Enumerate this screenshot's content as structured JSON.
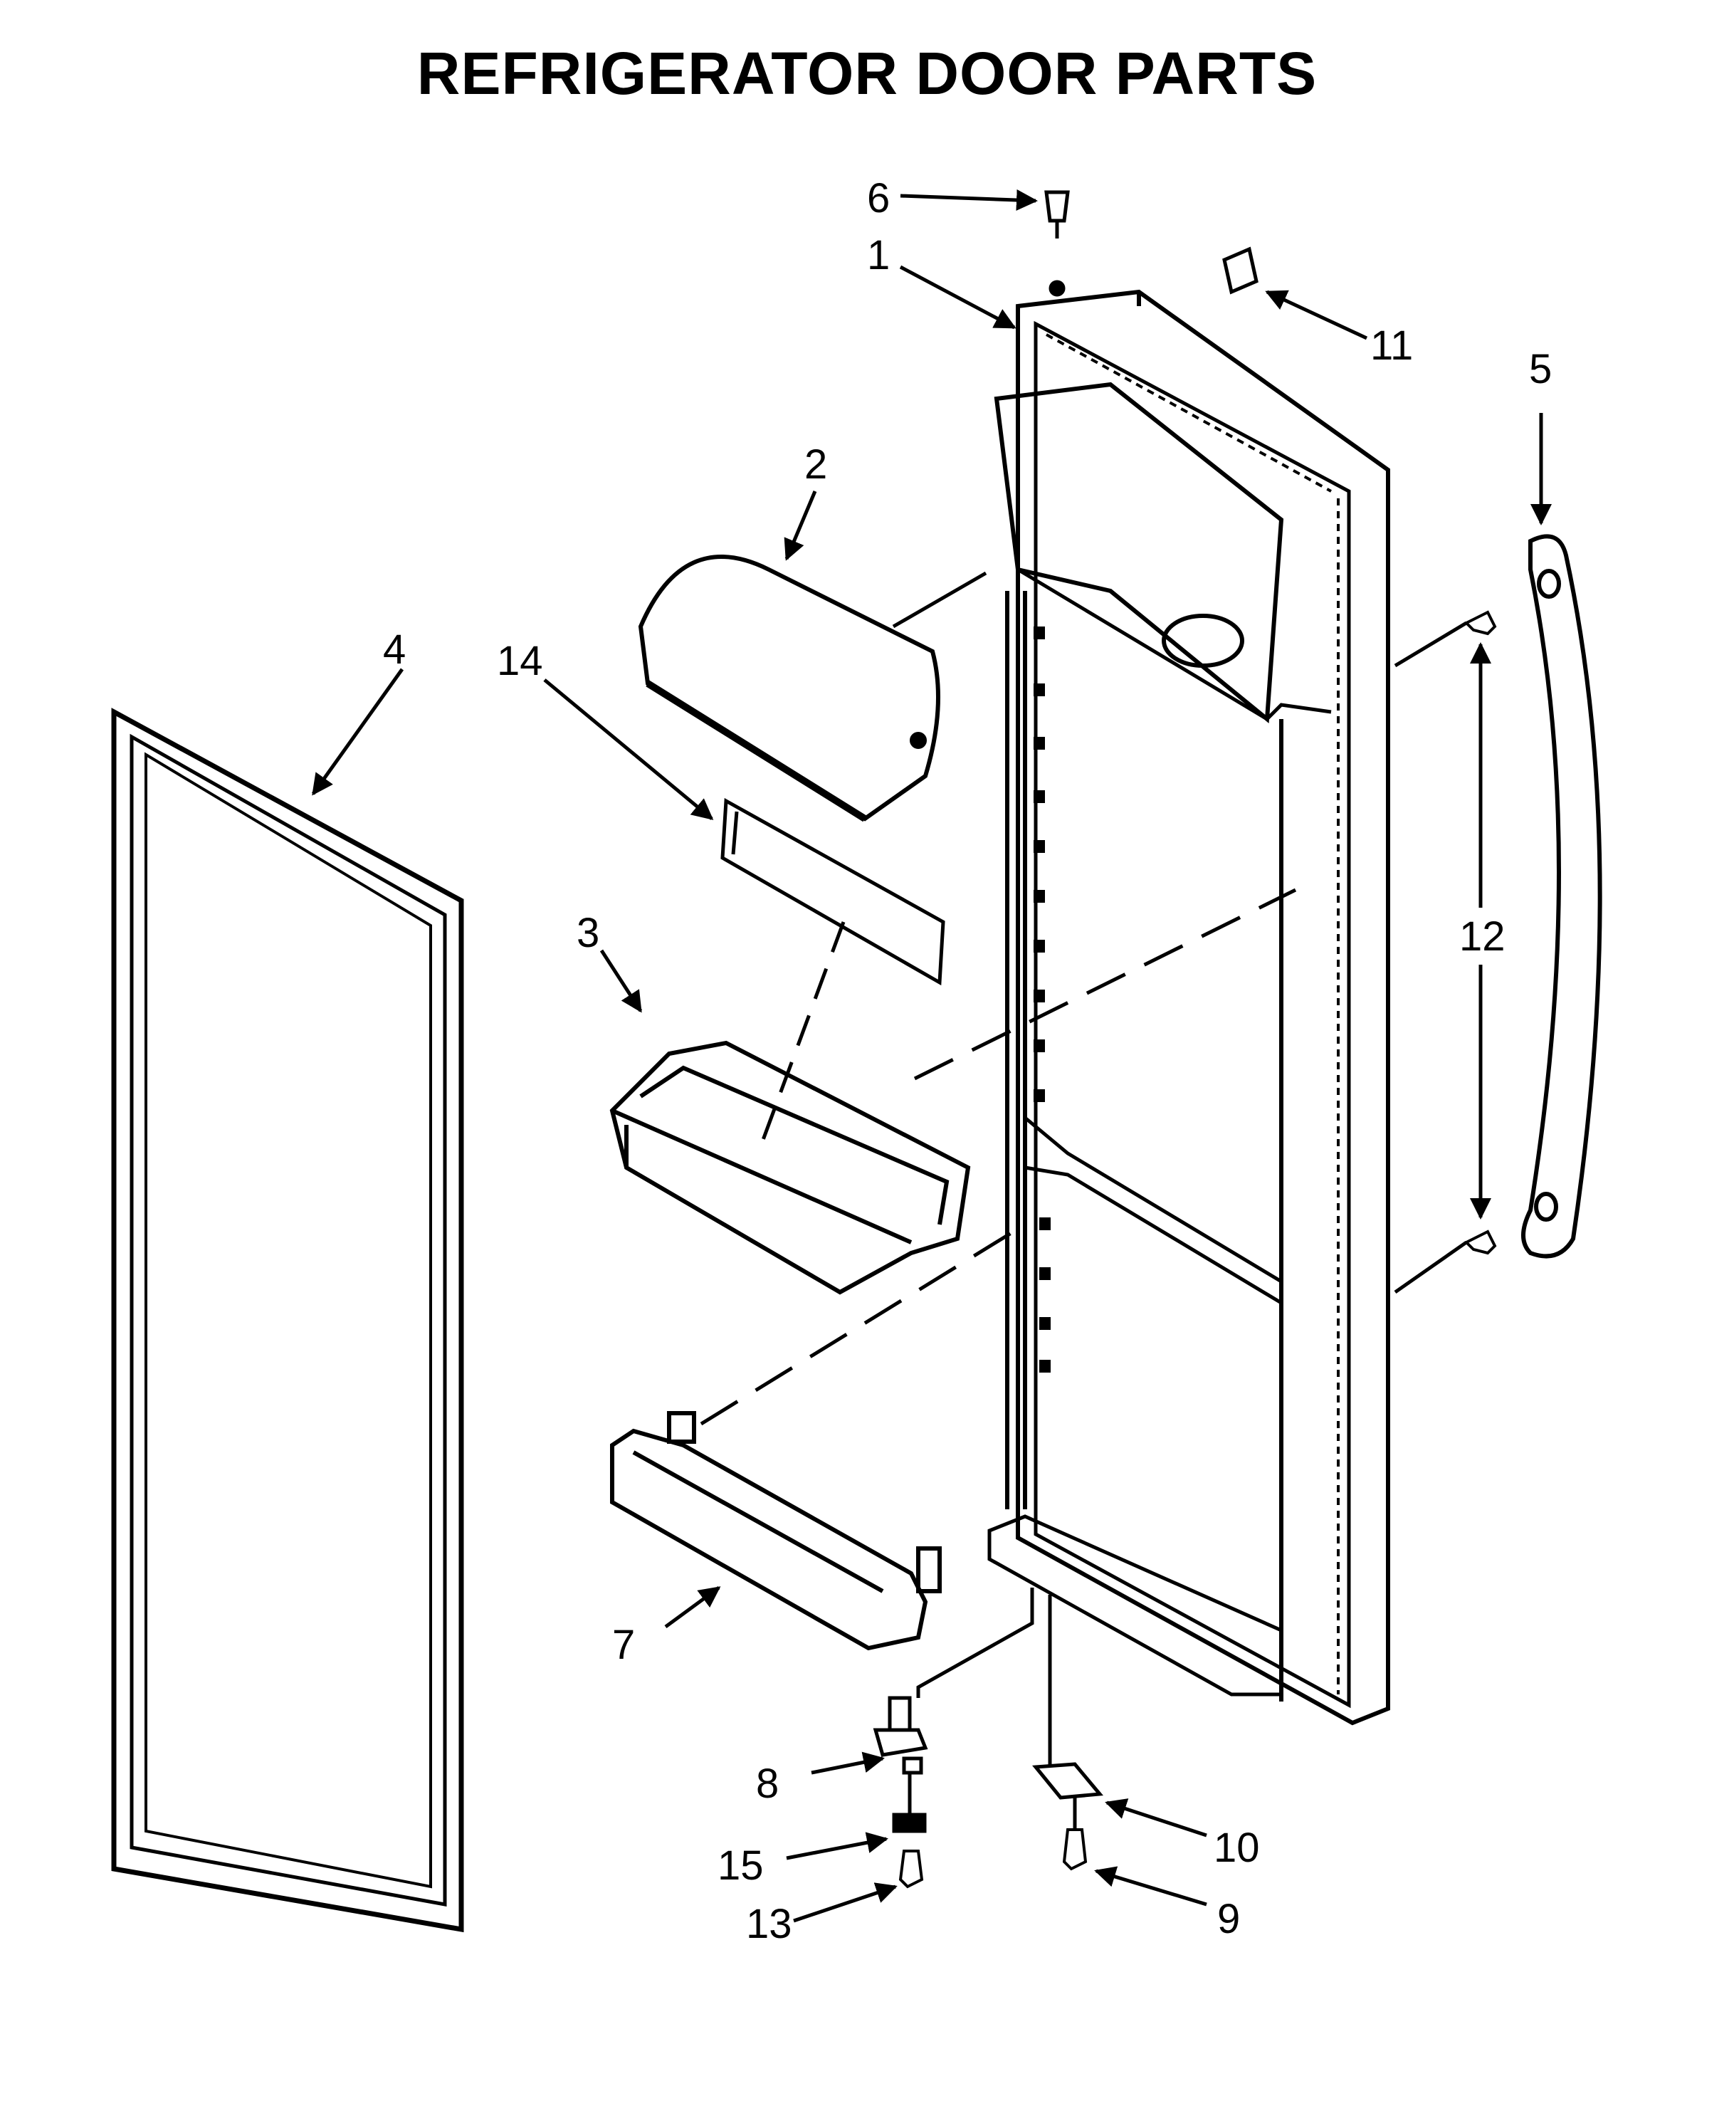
{
  "title": "REFRIGERATOR DOOR PARTS",
  "callouts": [
    {
      "id": "1",
      "label": "1"
    },
    {
      "id": "2",
      "label": "2"
    },
    {
      "id": "3",
      "label": "3"
    },
    {
      "id": "4",
      "label": "4"
    },
    {
      "id": "5",
      "label": "5"
    },
    {
      "id": "6",
      "label": "6"
    },
    {
      "id": "7",
      "label": "7"
    },
    {
      "id": "8",
      "label": "8"
    },
    {
      "id": "9",
      "label": "9"
    },
    {
      "id": "10",
      "label": "10"
    },
    {
      "id": "11",
      "label": "11"
    },
    {
      "id": "12",
      "label": "12"
    },
    {
      "id": "13",
      "label": "13"
    },
    {
      "id": "14",
      "label": "14"
    },
    {
      "id": "15",
      "label": "15"
    }
  ]
}
